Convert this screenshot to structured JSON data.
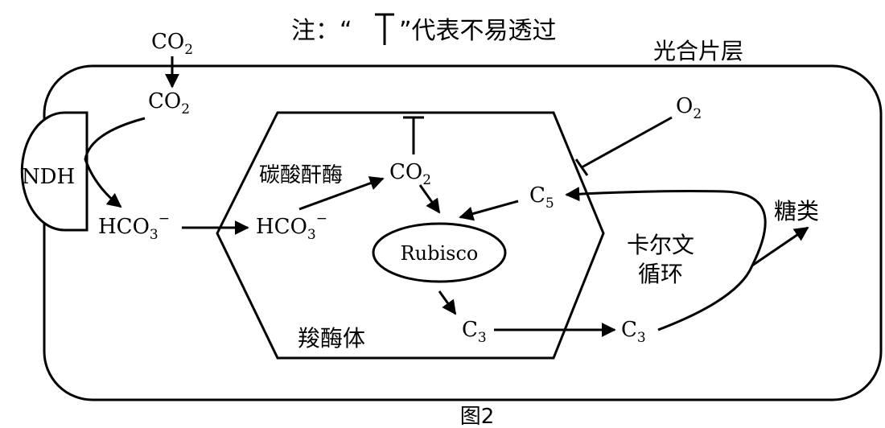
{
  "note": {
    "prefix": "注：“",
    "suffix": "”代表不易透过"
  },
  "labels": {
    "thylakoid": "光合片层",
    "carboxysome": "羧酶体",
    "carbonic_anhydrase": "碳酸酐酶",
    "calvin_line1": "卡尔文",
    "calvin_line2": "循环",
    "sugar": "糖类",
    "ndh": "NDH",
    "rubisco": "Rubisco"
  },
  "molecules": {
    "co2_outside": {
      "base": "CO",
      "sub": "2"
    },
    "co2_inside": {
      "base": "CO",
      "sub": "2"
    },
    "co2_carboxysome": {
      "base": "CO",
      "sub": "2"
    },
    "hco3_cytoplasm": {
      "base": "HCO",
      "sub": "3",
      "sup": "−"
    },
    "hco3_carboxysome": {
      "base": "HCO",
      "sub": "3",
      "sup": "−"
    },
    "o2": {
      "base": "O",
      "sub": "2"
    },
    "c5": {
      "base": "C",
      "sub": "5"
    },
    "c3_inside": {
      "base": "C",
      "sub": "3"
    },
    "c3_outside": {
      "base": "C",
      "sub": "3"
    }
  },
  "caption": "图2",
  "colors": {
    "ink": "#000000",
    "background": "#ffffff"
  }
}
